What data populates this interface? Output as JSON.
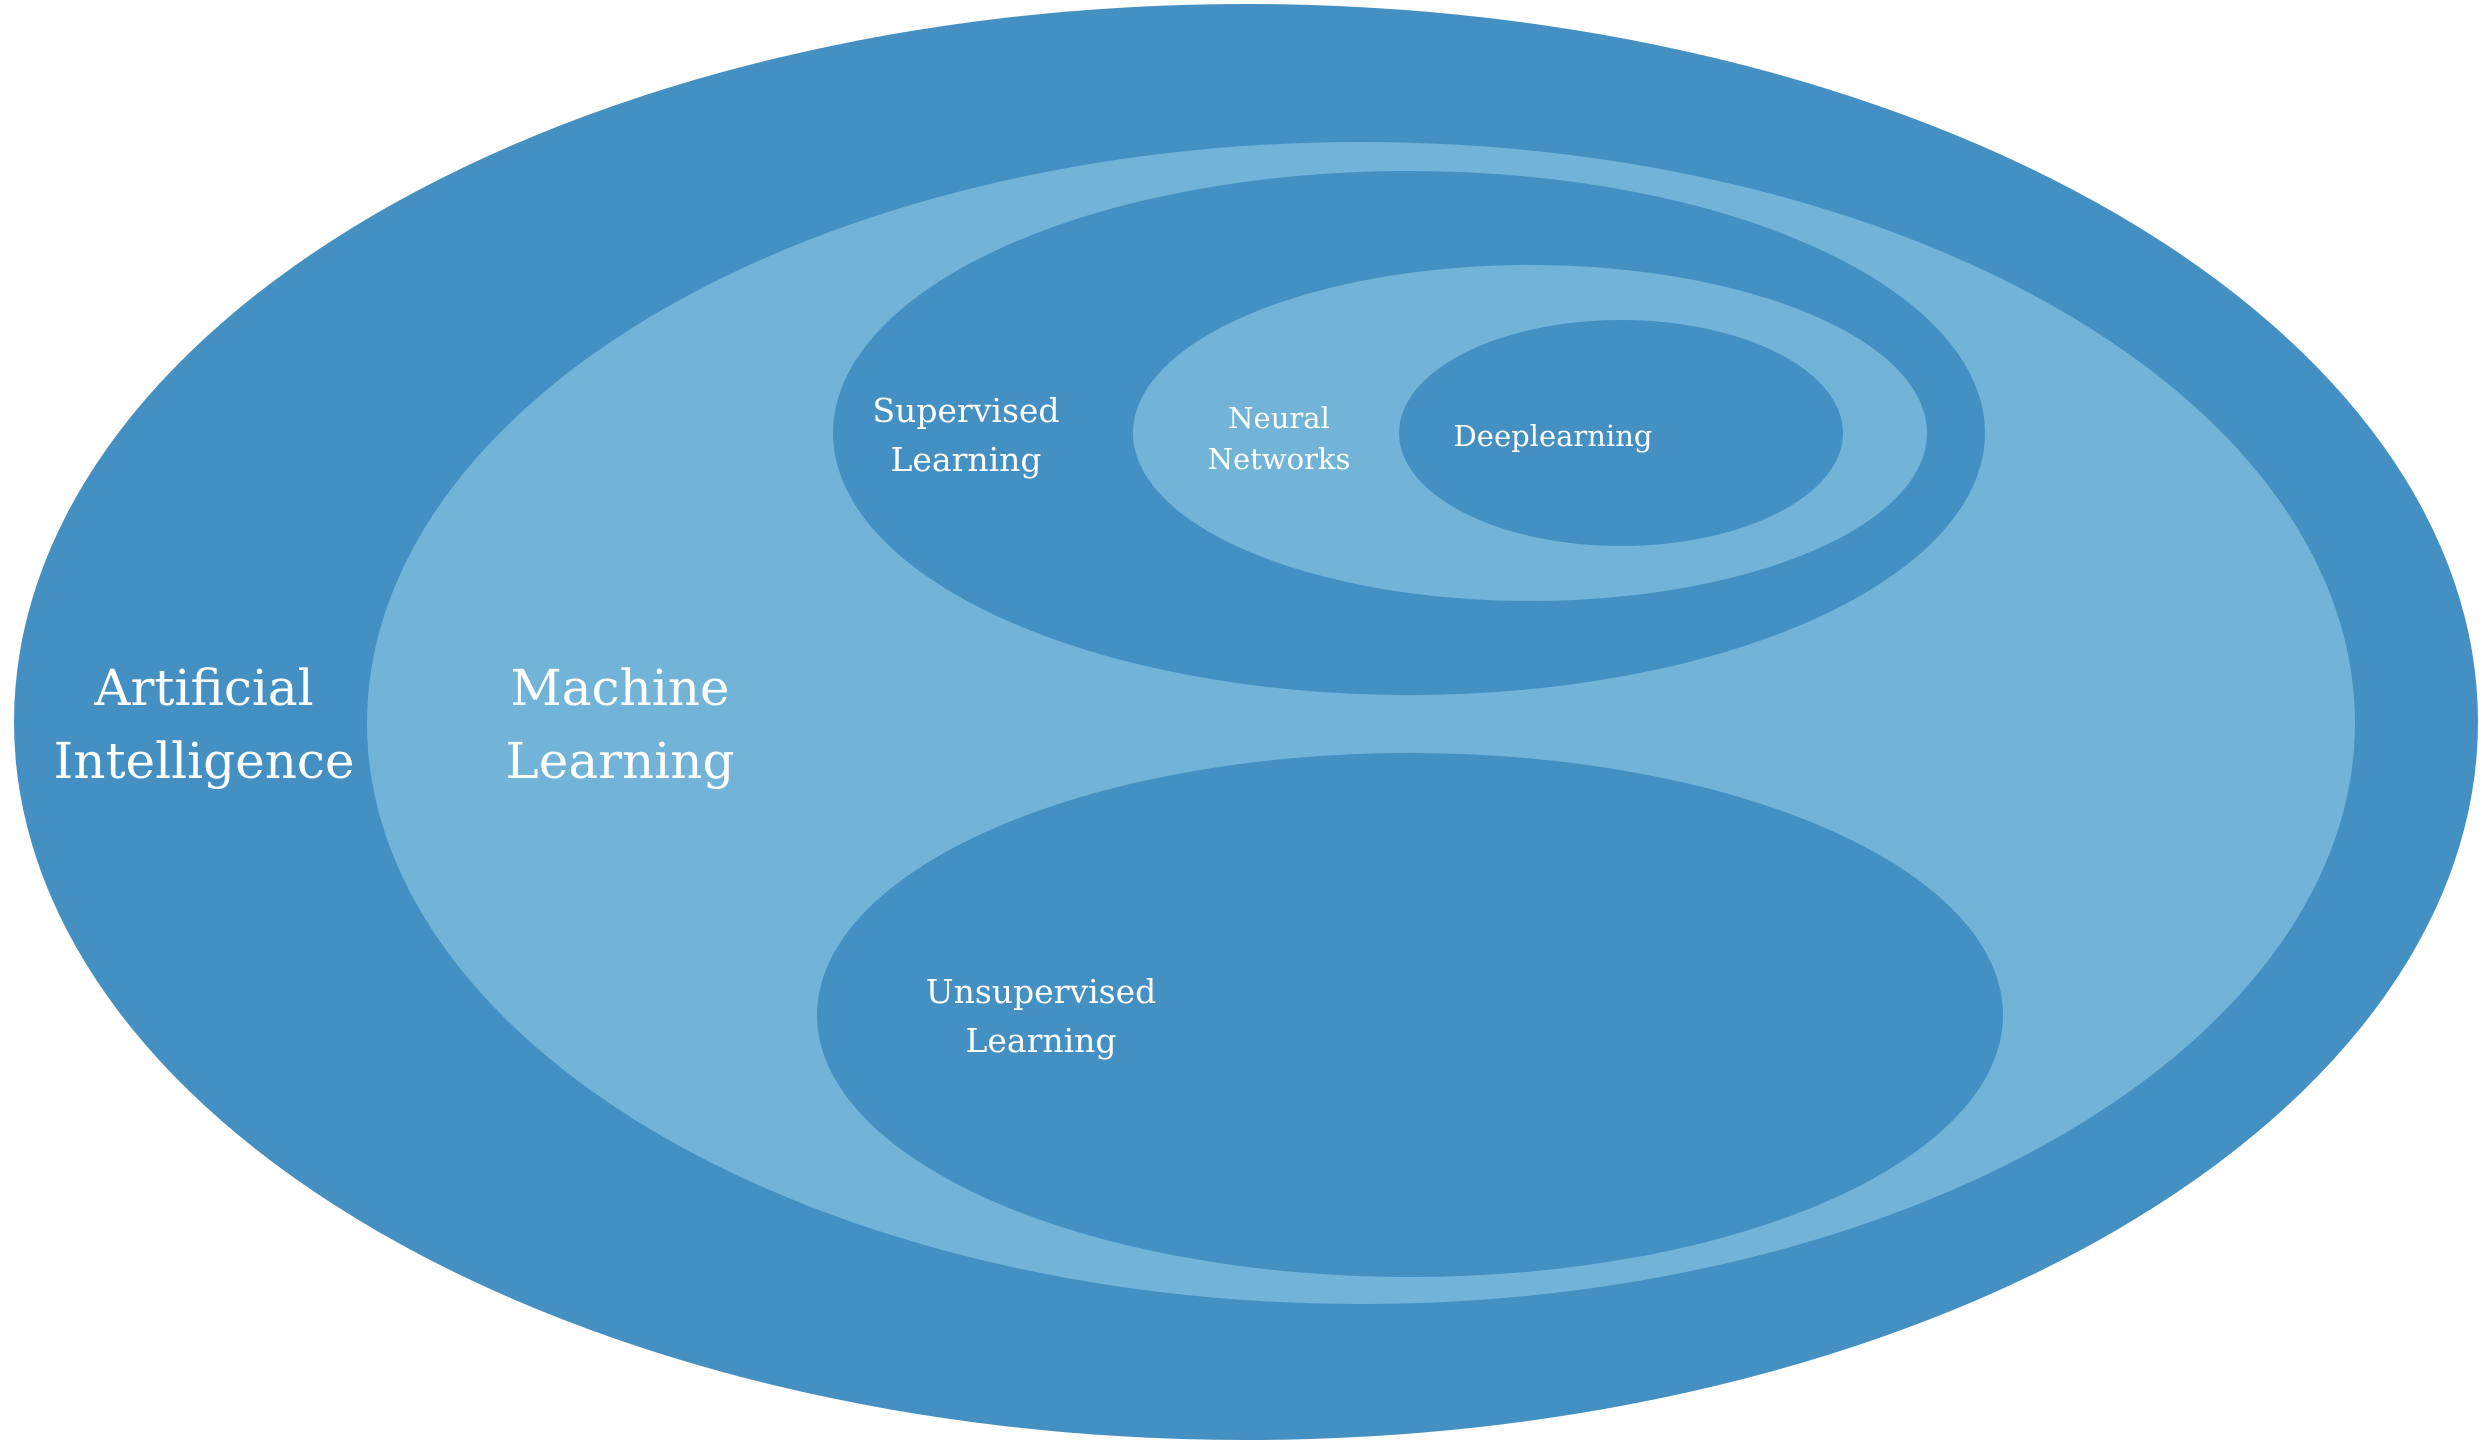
{
  "colors": {
    "dark_blue": "#4490c2",
    "light_blue": "#72b4d8",
    "text": "#ffffff"
  },
  "regions": {
    "artificial_intelligence": {
      "line1": "Artificial",
      "line2": "Intelligence"
    },
    "machine_learning": {
      "line1": "Machine",
      "line2": "Learning"
    },
    "supervised_learning": {
      "line1": "Supervised",
      "line2": "Learning"
    },
    "neural_networks": {
      "line1": "Neural",
      "line2": "Networks"
    },
    "deeplearning": {
      "line1": "Deeplearning"
    },
    "unsupervised_learning": {
      "line1": "Unsupervised",
      "line2": "Learning"
    }
  }
}
